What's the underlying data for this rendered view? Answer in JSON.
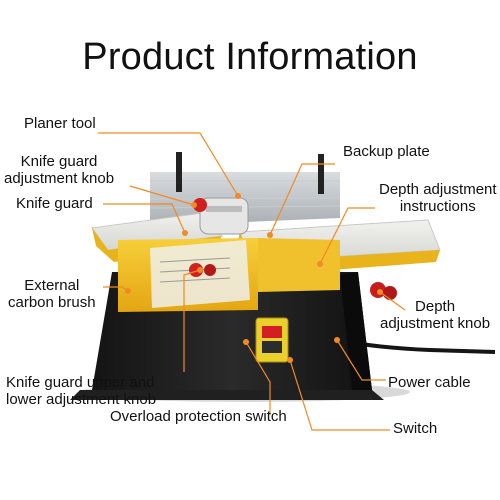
{
  "title": "Product Information",
  "accent_color": "#f08a24",
  "labels": {
    "planer_tool": "Planer tool",
    "knife_guard_adj_line1": "Knife guard",
    "knife_guard_adj_line2": "adjustment knob",
    "knife_guard": "Knife guard",
    "external_carbon_line1": "External",
    "external_carbon_line2": "carbon brush",
    "kg_upper_lower_line1": "Knife guard upper and",
    "kg_upper_lower_line2": "lower adjustment knob",
    "overload_switch": "Overload protection switch",
    "backup_plate": "Backup plate",
    "depth_instr_line1": "Depth adjustment",
    "depth_instr_line2": "instructions",
    "depth_knob_line1": "Depth",
    "depth_knob_line2": "adjustment knob",
    "power_cable": "Power cable",
    "switch": "Switch"
  }
}
